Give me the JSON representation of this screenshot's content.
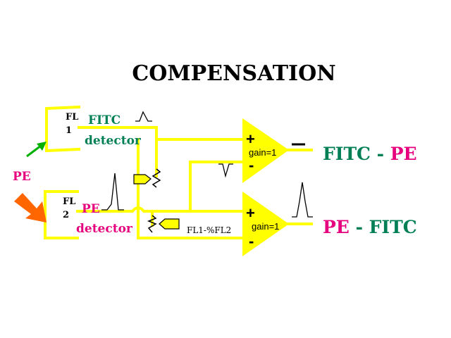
{
  "title": "COMPENSATION",
  "colors": {
    "wire": "#ffff00",
    "green": "#007f56",
    "magenta": "#e6007e",
    "orange": "#ff6600",
    "arrow_green": "#00b000",
    "black": "#000000"
  },
  "fl1_detector": {
    "label_fl": "FL",
    "label_num": "1",
    "dye": "FITC",
    "label": "detector"
  },
  "fl2_detector": {
    "label_fl": "FL",
    "label_num": "2",
    "dye": "PE",
    "label": "detector"
  },
  "pe_source_label": "PE",
  "top_amplifier": {
    "plus": "+",
    "minus": "-",
    "gain": "gain=1"
  },
  "bottom_amplifier": {
    "plus": "+",
    "minus": "-",
    "gain": "gain=1",
    "input_label": "FL1-%FL2"
  },
  "top_output": {
    "dash": "–",
    "left": "FITC",
    "sep": " - ",
    "right": "PE"
  },
  "bottom_output": {
    "left": "PE",
    "sep": " - ",
    "right": "FITC"
  }
}
